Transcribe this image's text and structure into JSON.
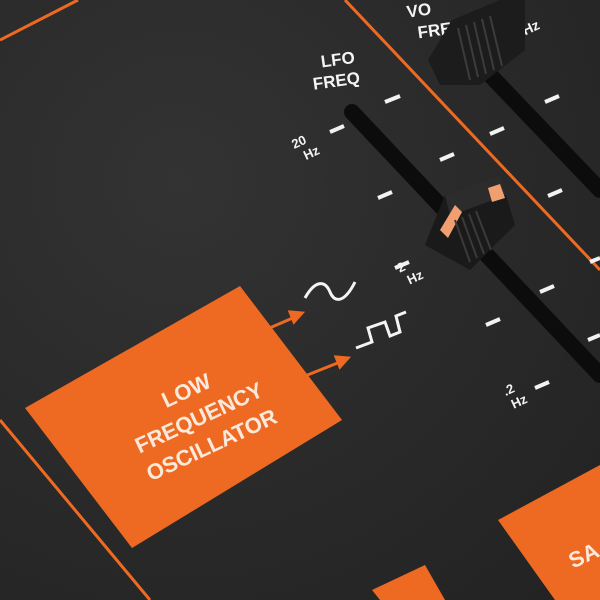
{
  "panel": {
    "module_label": [
      "LOW",
      "FREQUENCY",
      "OSCILLATOR"
    ],
    "slider_label": [
      "LFO",
      "FREQ"
    ],
    "scale": {
      "top": [
        "20",
        "Hz"
      ],
      "mid": [
        "2",
        "Hz"
      ],
      "bottom": [
        ".2",
        "Hz"
      ]
    },
    "vco_label_partial": [
      "VO",
      "FRE"
    ],
    "vco_unit_partial": "kHz",
    "next_module_partial": "SA",
    "waveforms": [
      "sine-icon",
      "square-wave-icon"
    ],
    "colors": {
      "panel": "#2a2a2a",
      "accent": "#ee6a22",
      "text": "#f4f4f4"
    }
  }
}
